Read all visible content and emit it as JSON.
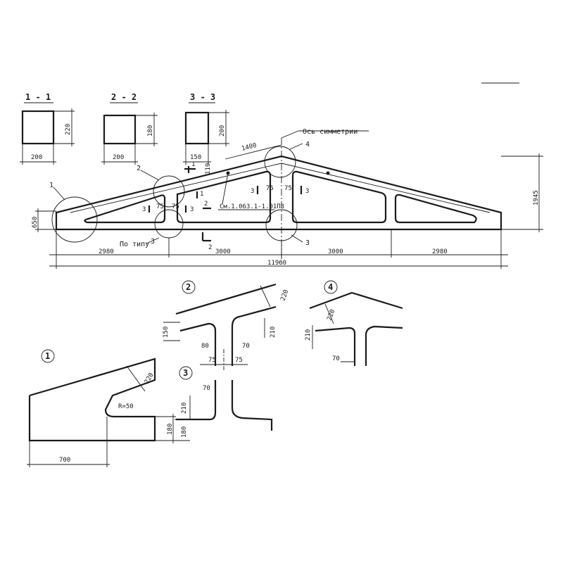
{
  "sections": {
    "s11": {
      "title": "1 - 1",
      "w": "200",
      "h": "220"
    },
    "s22": {
      "title": "2 - 2",
      "w": "200",
      "h": "180"
    },
    "s33": {
      "title": "3 - 3",
      "w": "150",
      "h": "200"
    }
  },
  "main": {
    "axis_label": "Ось симметрии",
    "ref_note": "См.1.063.1-1.01ПЗ",
    "typ_note": "По типу",
    "dim_1400": "1400",
    "dim_110": "110",
    "dim_75": "75",
    "dim_650": "650",
    "dim_1945": "1945",
    "dim_2980": "2980",
    "dim_3000": "3000",
    "dim_total": "11960",
    "callouts": [
      "1",
      "2",
      "3",
      "4"
    ],
    "cuts": [
      "1",
      "2",
      "3"
    ]
  },
  "details": {
    "d1": {
      "num": "1",
      "d220": "220",
      "radius": "R=50",
      "d180": "180",
      "d700": "700"
    },
    "d2": {
      "num": "2",
      "d220": "220",
      "d150": "150",
      "d210": "210",
      "d80": "80",
      "d70": "70",
      "d75": "75"
    },
    "d3": {
      "num": "3",
      "d70": "70",
      "d210": "210",
      "d180": "180"
    },
    "d4": {
      "num": "4",
      "d220": "220",
      "d210": "210",
      "d70": "70"
    }
  }
}
